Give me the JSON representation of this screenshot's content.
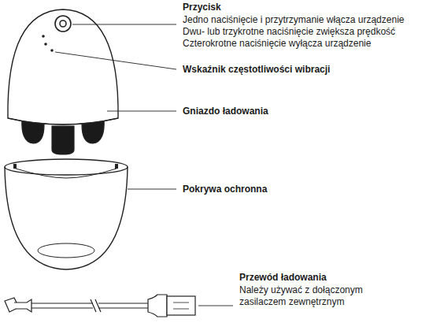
{
  "diagram": {
    "labels": [
      "Przycisk",
      "Jedno naciśnięcie i przytrzymanie włącza urządzenie",
      "Dwu- lub trzykrotne naciśnięcie zwiększa prędkość",
      "Czterokrotne naciśnięcie wyłącza urządzenie",
      "Wskaźnik częstotliwości wibracji",
      "Gniazdo ładowania",
      "Pokrywa ochronna",
      "Przewód ładowania",
      "Należy używać z dołączonym zasilaczem zewnętrznym"
    ]
  }
}
